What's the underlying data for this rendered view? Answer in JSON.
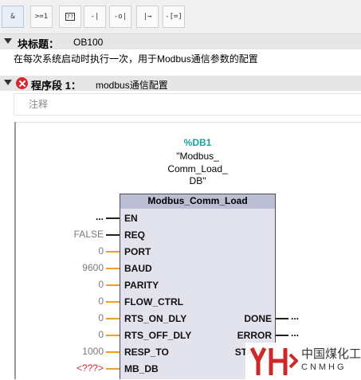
{
  "toolbar": {
    "buttons": [
      {
        "id": "and",
        "glyph": "&"
      },
      {
        "id": "ge",
        "glyph": ">=1"
      },
      {
        "id": "box",
        "glyph": "??"
      },
      {
        "id": "contact",
        "glyph": "-|"
      },
      {
        "id": "neg-contact",
        "glyph": "-o|"
      },
      {
        "id": "branch",
        "glyph": "|→"
      },
      {
        "id": "coil",
        "glyph": "-[=]"
      }
    ]
  },
  "block": {
    "label": "块标题：",
    "value": "OB100",
    "comment": "在每次系统启动时执行一次，用于Modbus通信参数的配置"
  },
  "network": {
    "label": "程序段 1：",
    "title": "modbus通信配置",
    "comment_placeholder": "注释"
  },
  "instance_db": {
    "name": "%DB1",
    "lines": [
      "\"Modbus_",
      "Comm_Load_",
      "DB\""
    ]
  },
  "fb": {
    "title": "Modbus_Comm_Load",
    "inputs": [
      {
        "pin": "EN",
        "value": "...",
        "type": "bool"
      },
      {
        "pin": "REQ",
        "value": "FALSE",
        "type": "bool"
      },
      {
        "pin": "PORT",
        "value": "0",
        "type": "num"
      },
      {
        "pin": "BAUD",
        "value": "9600",
        "type": "num"
      },
      {
        "pin": "PARITY",
        "value": "0",
        "type": "num"
      },
      {
        "pin": "FLOW_CTRL",
        "value": "0",
        "type": "num"
      },
      {
        "pin": "RTS_ON_DLY",
        "value": "0",
        "type": "num"
      },
      {
        "pin": "RTS_OFF_DLY",
        "value": "0",
        "type": "num"
      },
      {
        "pin": "RESP_TO",
        "value": "1000",
        "type": "num"
      },
      {
        "pin": "MB_DB",
        "value": "<???>",
        "type": "num"
      }
    ],
    "outputs": [
      {
        "pin": "DONE",
        "value": "..."
      },
      {
        "pin": "ERROR",
        "value": "..."
      },
      {
        "pin": "STATUS",
        "value": ""
      }
    ]
  },
  "watermark": {
    "text_cn": "中国煤化工",
    "text_en": "CNMHG"
  }
}
